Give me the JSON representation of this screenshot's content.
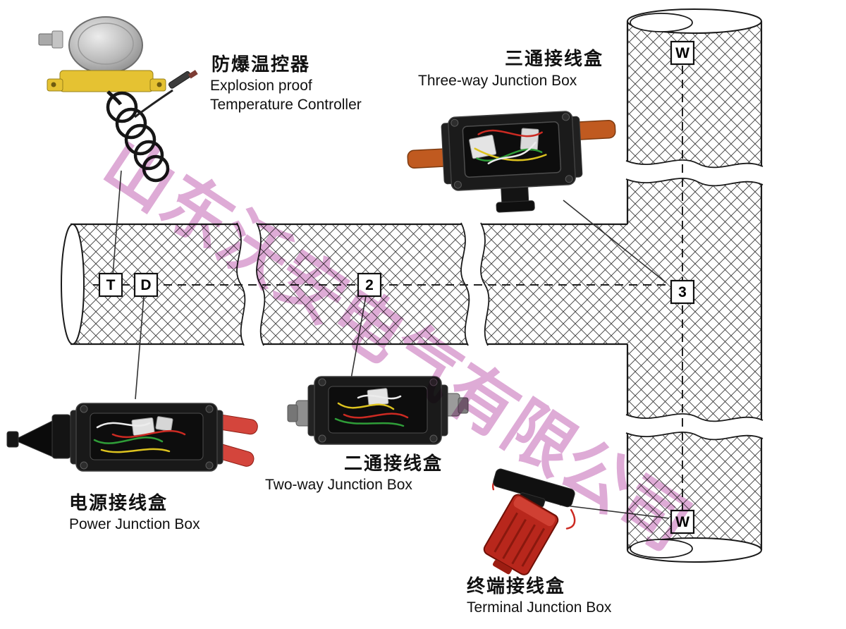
{
  "diagram": {
    "background": "#ffffff",
    "watermark": "山东沃安电气有限公司"
  },
  "colors": {
    "watermark": "#d89ccf",
    "line": "#1a1a1a",
    "cable_orange": "#c05a20",
    "cable_red": "#d4453c",
    "wire_red": "#cc2a22",
    "wire_green": "#2f9d38",
    "wire_yellow": "#ddc31f",
    "wire_white": "#ececec",
    "controller_yellow": "#e5c232",
    "terminal_red": "#b8271c"
  },
  "pipe_markers": {
    "t": "T",
    "d": "D",
    "two": "2",
    "three": "3",
    "w_top": "W",
    "w_bottom": "W"
  },
  "labels": {
    "temperature_controller": {
      "cn": "防爆温控器",
      "en1": "Explosion proof",
      "en2": "Temperature Controller"
    },
    "three_way": {
      "cn": "三通接线盒",
      "en": "Three-way Junction Box"
    },
    "power": {
      "cn": "电源接线盒",
      "en": "Power Junction Box"
    },
    "two_way": {
      "cn": "二通接线盒",
      "en": "Two-way Junction Box"
    },
    "terminal": {
      "cn": "终端接线盒",
      "en": "Terminal Junction Box"
    }
  }
}
